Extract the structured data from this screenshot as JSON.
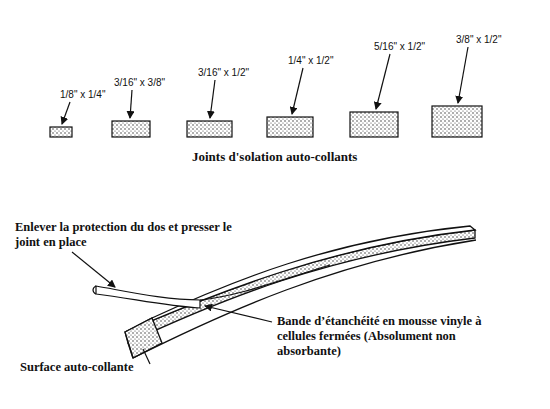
{
  "diagram": {
    "caption": "Joints d'solation auto-collants",
    "labels": [
      "1/8\" x 1/4\"",
      "3/16\" x 3/8\"",
      "3/16\" x 1/2\"",
      "1/4\" x 1/2\"",
      "5/16\" x 1/2\"",
      "3/8\" x 1/2\"",
      "Enlever la protection du dos et presser le joint en place",
      "Bande d’étanchéité en mousse vinyle à cellules fermées (Absolument non absorbante)",
      "Surface auto-collante"
    ]
  }
}
